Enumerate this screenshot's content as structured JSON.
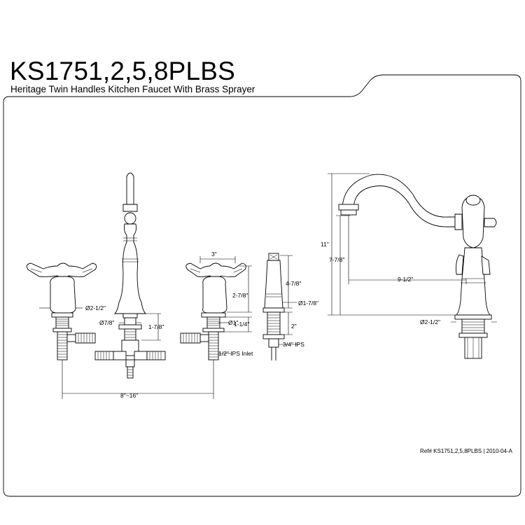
{
  "header": {
    "model": "KS1751,2,5,8PLBS",
    "subtitle": "Heritage Twin Handles Kitchen Faucet With Brass Sprayer"
  },
  "dimensions": {
    "handle_dia": "Ø2-1/2\"",
    "spout_base_dia": "Ø7/8\"",
    "spout_shank": "1-7/8\"",
    "handle_width": "3\"",
    "handle_height": "2-7/8\"",
    "valve_dia": "Ø1\"",
    "valve_shank": "1-1/4\"",
    "inlet": "1/2\" IPS Inlet",
    "spread": "8\"~16\"",
    "sprayer_height": "4-7/8\"",
    "sprayer_dia": "Ø1-7/8\"",
    "sprayer_shank": "2\"",
    "sprayer_ips": "3/4\" IPS",
    "total_height": "11\"",
    "spout_height": "7-7/8\"",
    "spout_reach": "9-1/2\"",
    "side_base_dia": "Ø2-1/2\""
  },
  "footer": {
    "ref": "Ref# KS1751,2,5,8PLBS | 2010-04-A"
  }
}
